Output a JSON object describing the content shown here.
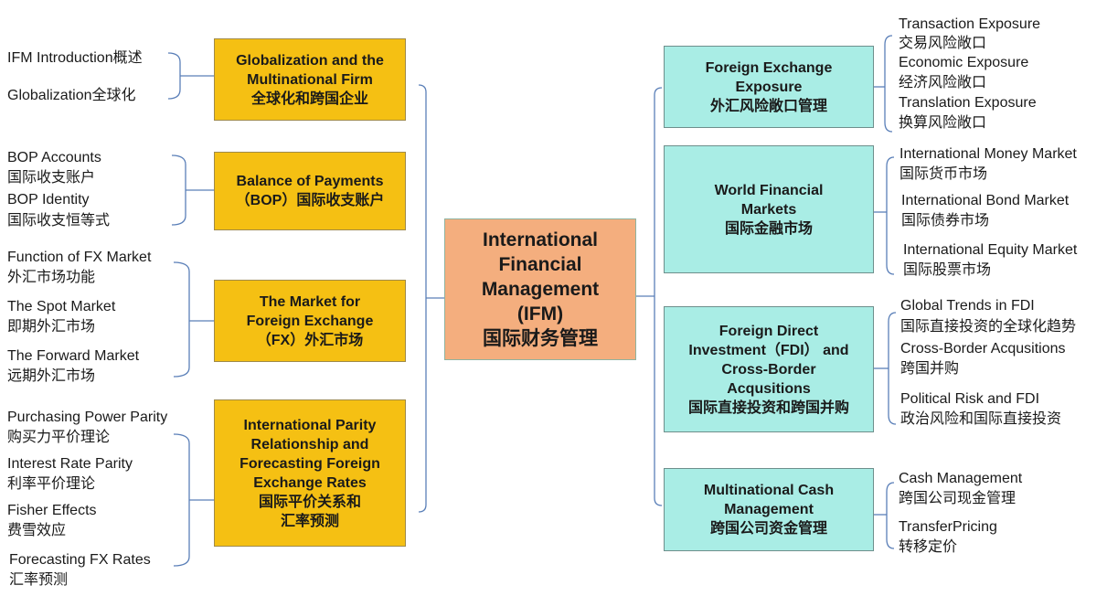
{
  "center": {
    "lines": [
      "International",
      "Financial",
      "Management",
      "(IFM)",
      "国际财务管理"
    ]
  },
  "left": [
    {
      "title": [
        "Globalization and the",
        "Multinational Firm",
        "全球化和跨国企业"
      ],
      "items": [
        "IFM Introduction概述",
        "Globalization全球化"
      ]
    },
    {
      "title": [
        "Balance of Payments",
        "（BOP）国际收支账户"
      ],
      "items": [
        "BOP Accounts",
        "国际收支账户",
        "BOP Identity",
        "国际收支恒等式"
      ]
    },
    {
      "title": [
        "The Market for",
        "Foreign Exchange",
        "（FX）外汇市场"
      ],
      "items": [
        "Function of FX Market",
        "外汇市场功能",
        "The Spot Market",
        "即期外汇市场",
        "The Forward Market",
        "远期外汇市场"
      ]
    },
    {
      "title": [
        "International Parity",
        "Relationship and",
        "Forecasting Foreign",
        "Exchange Rates",
        "国际平价关系和",
        "汇率预测"
      ],
      "items": [
        "Purchasing Power Parity",
        "购买力平价理论",
        "Interest Rate Parity",
        "利率平价理论",
        "Fisher Effects",
        "费雪效应",
        "Forecasting FX Rates",
        "汇率预测"
      ]
    }
  ],
  "right": [
    {
      "title": [
        "Foreign Exchange",
        "Exposure",
        "外汇风险敞口管理"
      ],
      "items": [
        "Transaction Exposure",
        "交易风险敞口",
        "Economic Exposure",
        "经济风险敞口",
        "Translation Exposure",
        "换算风险敞口"
      ]
    },
    {
      "title": [
        "World Financial",
        "Markets",
        "国际金融市场"
      ],
      "items": [
        "International Money Market",
        "国际货币市场",
        "International Bond Market",
        "国际债券市场",
        "International Equity Market",
        "国际股票市场"
      ]
    },
    {
      "title": [
        "Foreign Direct",
        "Investment（FDI） and",
        "Cross-Border",
        "Acqusitions",
        "国际直接投资和跨国并购"
      ],
      "items": [
        "Global Trends in FDI",
        "国际直接投资的全球化趋势",
        "Cross-Border Acqusitions",
        "跨国并购",
        "Political Risk and FDI",
        "政治风险和国际直接投资"
      ]
    },
    {
      "title": [
        "Multinational Cash",
        "Management",
        "跨国公司资金管理"
      ],
      "items": [
        "Cash Management",
        "跨国公司现金管理",
        "TransferPricing",
        "转移定价"
      ]
    }
  ]
}
